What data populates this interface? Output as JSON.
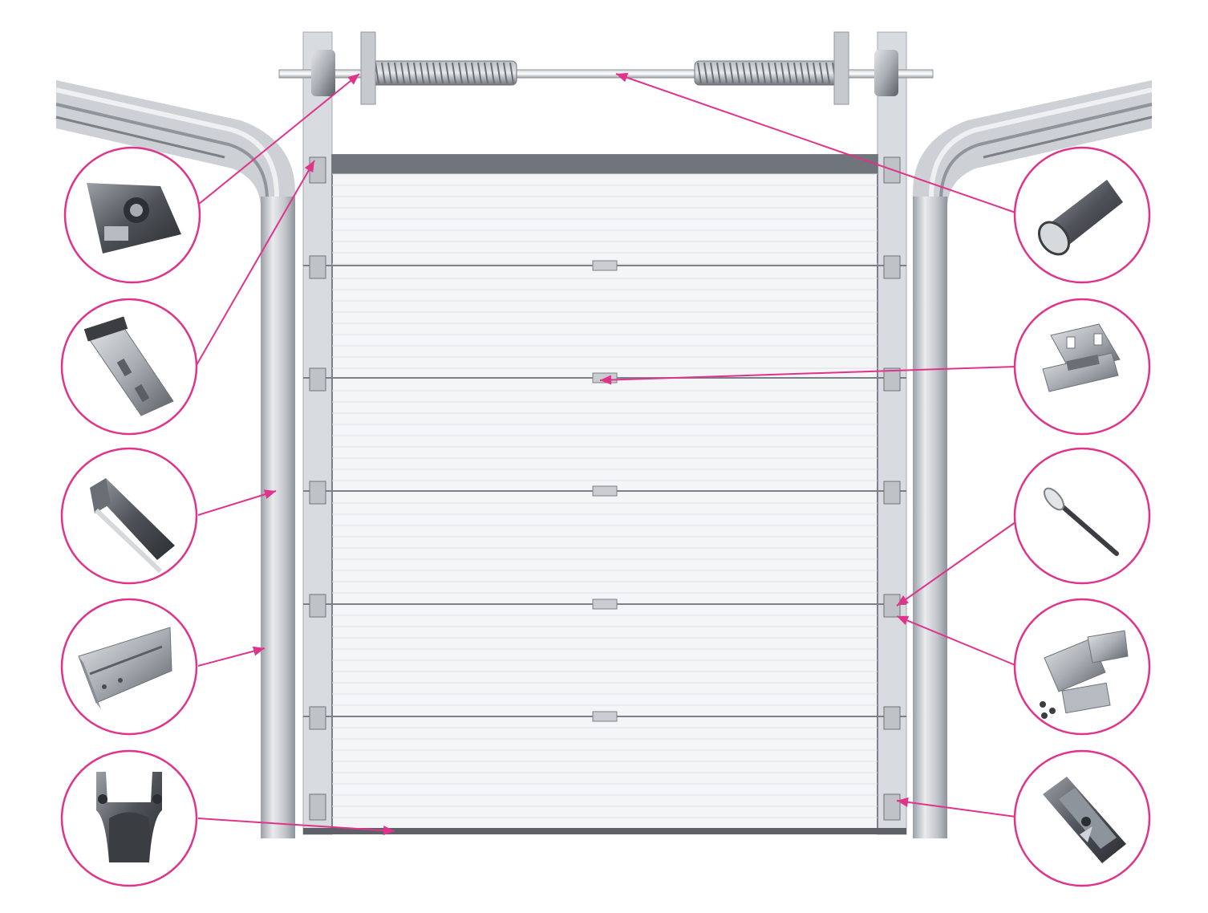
{
  "diagram": {
    "subject": "sectional-garage-door-components",
    "colors": {
      "callout": "#e0338a",
      "panel": "#f3f4f6",
      "panel_groove": "#dde0e4",
      "seam": "#7c8088",
      "track_dark": "#8a9098",
      "track_mid": "#c5c9ce",
      "track_light": "#e4e7ea",
      "metal_dark": "#55595f",
      "header_bar": "#6f737a",
      "spring": "#8c9096"
    },
    "panels": 6,
    "callouts": [
      {
        "id": "spring-bracket",
        "side": "left",
        "icon": "bracket-plate-icon"
      },
      {
        "id": "top-fixture",
        "side": "left",
        "icon": "top-fixture-icon"
      },
      {
        "id": "vertical-track-angle",
        "side": "left",
        "icon": "angle-profile-icon"
      },
      {
        "id": "vertical-track-profile",
        "side": "left",
        "icon": "c-channel-icon"
      },
      {
        "id": "bottom-bracket",
        "side": "left",
        "icon": "bottom-bracket-icon"
      },
      {
        "id": "torsion-shaft",
        "side": "right",
        "icon": "shaft-tube-icon"
      },
      {
        "id": "center-hinge",
        "side": "right",
        "icon": "hinge-icon"
      },
      {
        "id": "roller",
        "side": "right",
        "icon": "roller-icon"
      },
      {
        "id": "side-hinge",
        "side": "right",
        "icon": "side-hinge-icon"
      },
      {
        "id": "bottom-roller-bracket",
        "side": "right",
        "icon": "bottom-roller-bracket-icon"
      }
    ]
  }
}
